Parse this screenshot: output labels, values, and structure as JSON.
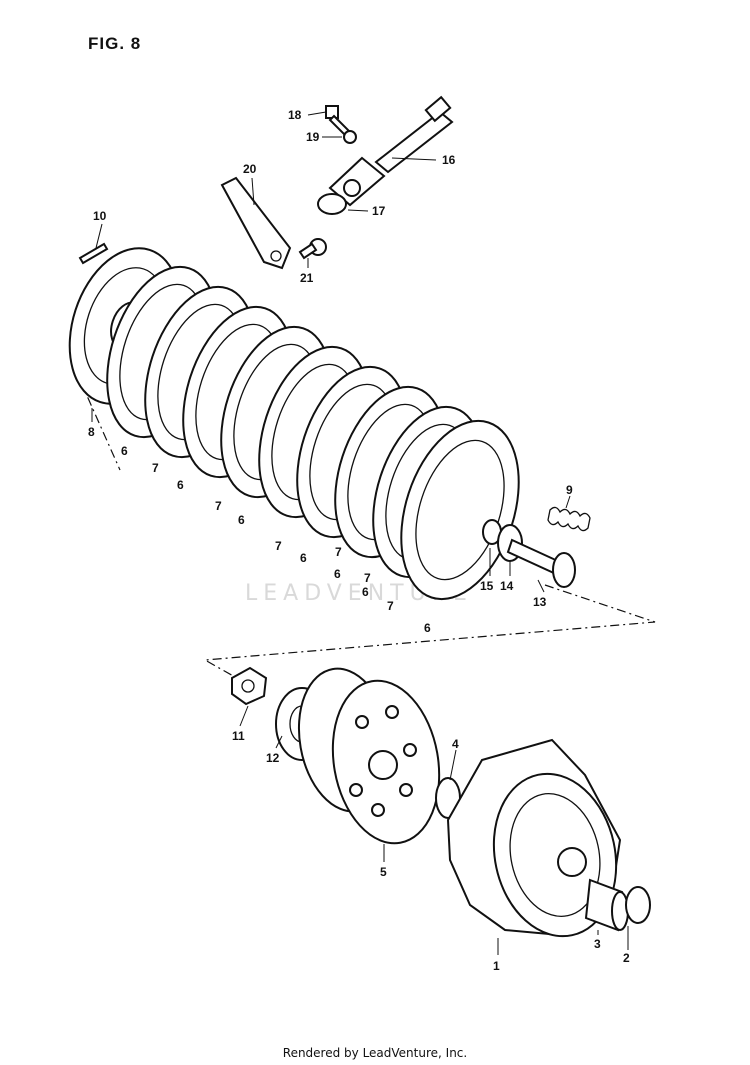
{
  "figure": {
    "title": "FIG. 8"
  },
  "watermark": "LEADVENTURE",
  "footer": "Rendered by LeadVenture, Inc.",
  "callouts": [
    "1",
    "2",
    "3",
    "4",
    "5",
    "6",
    "6",
    "6",
    "6",
    "6",
    "6",
    "6",
    "7",
    "7",
    "7",
    "7",
    "7",
    "7",
    "8",
    "9",
    "10",
    "11",
    "12",
    "13",
    "14",
    "15",
    "16",
    "17",
    "18",
    "19",
    "20",
    "21"
  ]
}
